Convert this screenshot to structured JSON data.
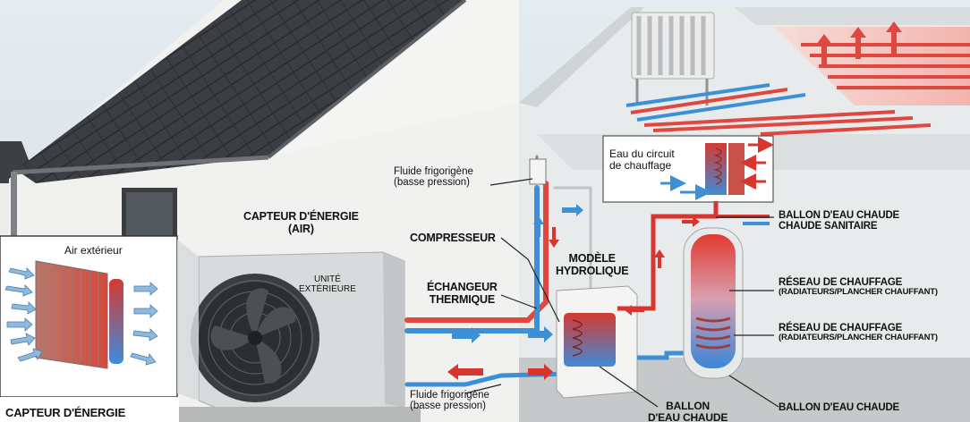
{
  "labels": {
    "inset_air": "Air extérieur",
    "inset_caption": "CAPTEUR D'ÉNERGIE",
    "fluid_low_top_1": "Fluide frigorigène",
    "fluid_low_top_2": "(basse pression)",
    "capteur_1": "CAPTEUR D'ÉNERGIE",
    "capteur_2": "(AIR)",
    "unite_1": "UNITÉ",
    "unite_2": "EXTÉRIEURE",
    "compresseur": "COMPRESSEUR",
    "echangeur_1": "ÉCHANGEUR",
    "echangeur_2": "THERMIQUE",
    "modele_1": "MODÈLE",
    "modele_2": "HYDROLIQUE",
    "fluid_low_bottom_1": "Fluide frigorigène",
    "fluid_low_bottom_2": "(basse pression)",
    "circuit_1": "Eau du circuit",
    "circuit_2": "de chauffage",
    "ballon_sanitaire_1": "BALLON D'EAU CHAUDE",
    "ballon_sanitaire_2": "CHAUDE SANITAIRE",
    "reseau_1_a": "RÉSEAU DE CHAUFFAGE",
    "reseau_1_b": "(RADIATEURS/PLANCHER CHAUFFANT)",
    "reseau_2_a": "RÉSEAU DE CHAUFFAGE",
    "reseau_2_b": "(RADIATEURS/PLANCHER CHAUFFANT)",
    "ballon_bottom_1": "BALLON",
    "ballon_bottom_2": "D'EAU CHAUDE",
    "ballon_right": "BALLON D'EAU CHAUDE"
  },
  "colors": {
    "hot": "#d8352f",
    "cold": "#3d8fd6",
    "roof": "#3a3d40",
    "wall": "#f3f3f1",
    "interior": "#e6e9ea"
  }
}
